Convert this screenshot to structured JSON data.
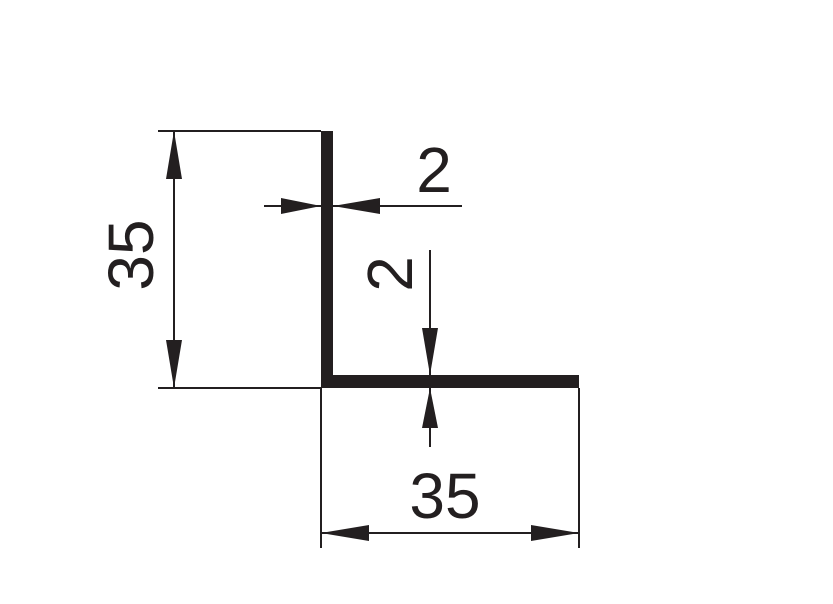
{
  "drawing": {
    "description_labels": {
      "height": "35",
      "width": "35",
      "vertical_thickness": "2",
      "horizontal_thickness": "2"
    },
    "colors": {
      "ink": "#231f20",
      "background": "#ffffff"
    }
  }
}
